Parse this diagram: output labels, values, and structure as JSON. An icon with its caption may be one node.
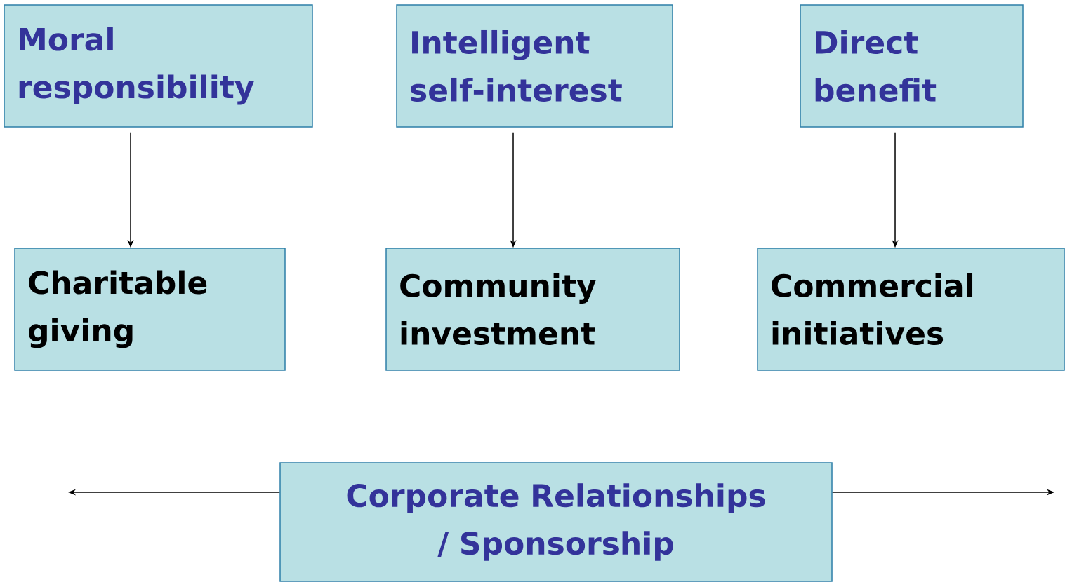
{
  "diagram": {
    "nodes": [
      {
        "text": [
          "Moral responsibility"
        ]
      },
      {
        "text": [
          "Intelligent self-interest"
        ]
      },
      {
        "text": [
          "Direct benefit"
        ]
      },
      {
        "text": [
          "Charitable giving"
        ]
      },
      {
        "text": [
          "Community investment"
        ]
      },
      {
        "text": [
          "Commercial initiatives"
        ]
      },
      {
        "text": [
          "Corporate Relationships / Sponsorship"
        ]
      }
    ],
    "edges": [
      {
        "from": 0,
        "to": 3,
        "arrow": "to"
      },
      {
        "from": 1,
        "to": 4,
        "arrow": "to"
      },
      {
        "from": 2,
        "to": 5,
        "arrow": "to"
      },
      {
        "from": 6,
        "to": null,
        "arrow": "to"
      },
      {
        "from": 6,
        "to": null,
        "arrow": "to"
      }
    ]
  }
}
